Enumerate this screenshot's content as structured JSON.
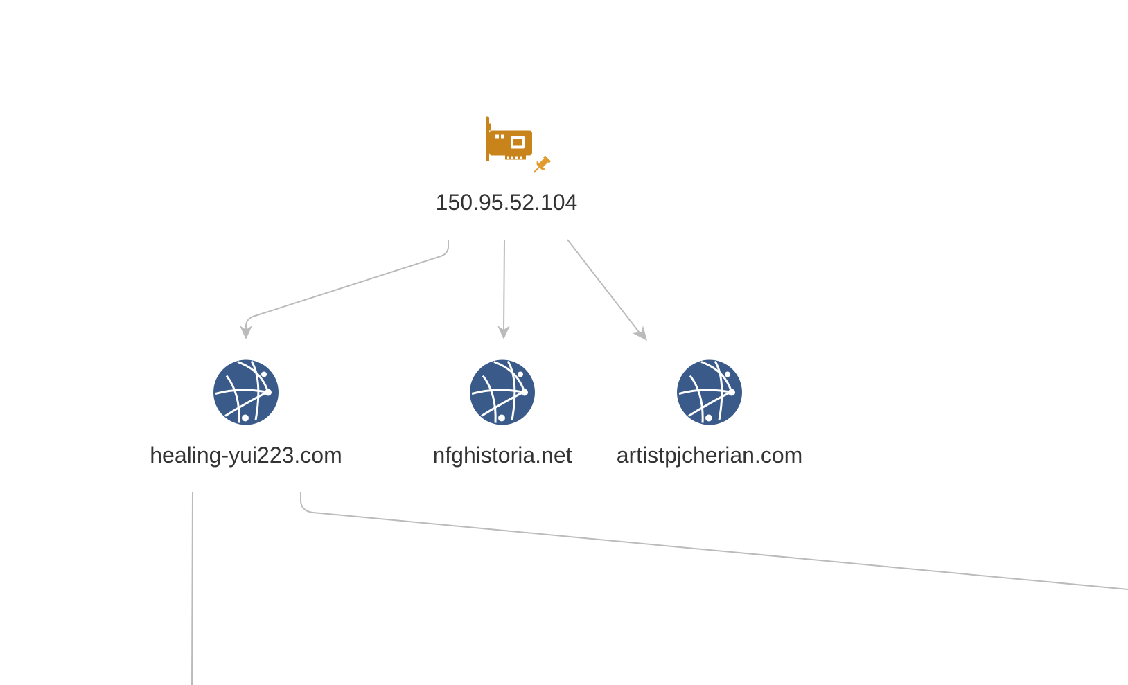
{
  "graph": {
    "root": {
      "label": "150.95.52.104",
      "icon": "network-card-icon",
      "pinned": true,
      "pin_icon": "pushpin-icon",
      "color": "#C8841A"
    },
    "children": [
      {
        "label": "healing-yui223.com",
        "icon": "globe-icon",
        "color": "#3A5A8A"
      },
      {
        "label": "nfghistoria.net",
        "icon": "globe-icon",
        "color": "#3A5A8A"
      },
      {
        "label": "artistpjcherian.com",
        "icon": "globe-icon",
        "color": "#3A5A8A"
      }
    ],
    "edge_color": "#BBBBBB"
  }
}
